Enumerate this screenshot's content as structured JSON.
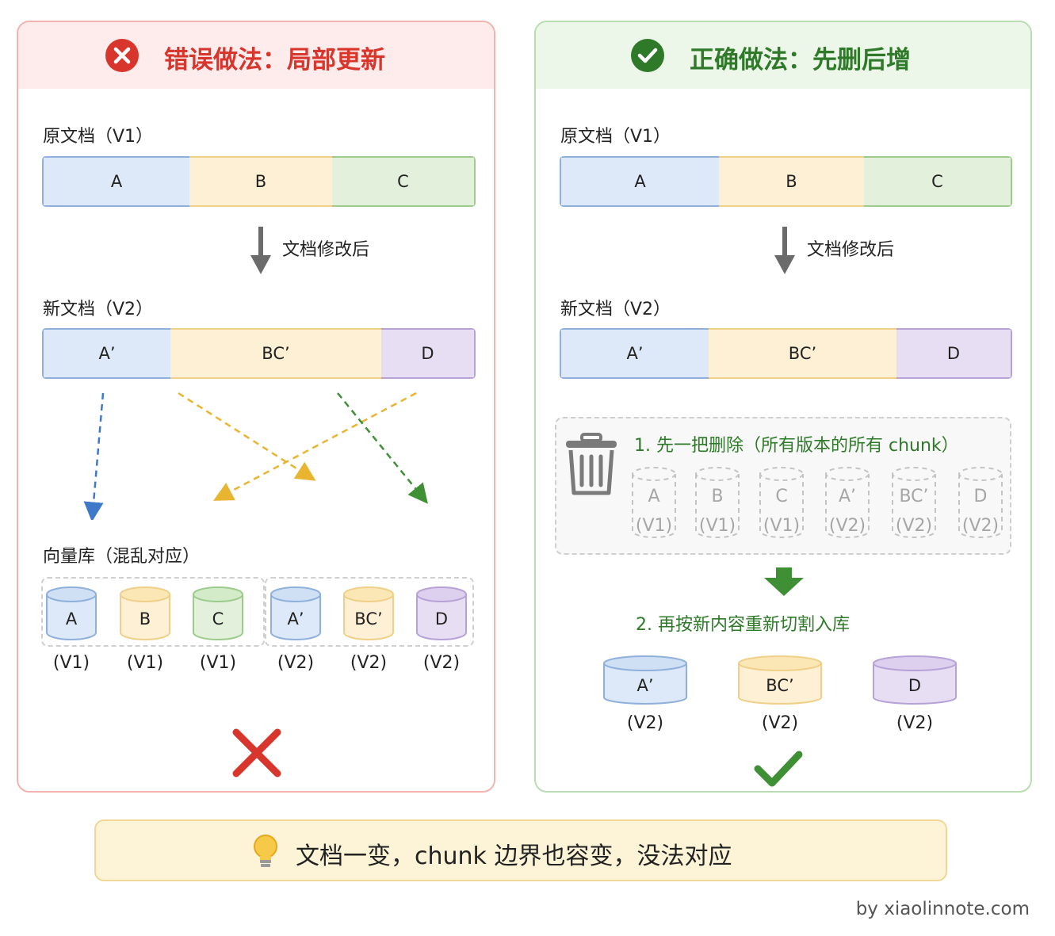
{
  "left": {
    "title": "错误做法：局部更新",
    "orig_label": "原文档（V1）",
    "orig_segments": [
      "A",
      "B",
      "C"
    ],
    "arrow_label": "文档修改后",
    "new_label": "新文档（V2）",
    "new_segments": [
      "A’",
      "BC’",
      "D"
    ],
    "store_label": "向量库（混乱对应）",
    "store_items": [
      {
        "name": "A",
        "version": "(V1)"
      },
      {
        "name": "B",
        "version": "(V1)"
      },
      {
        "name": "C",
        "version": "(V1)"
      },
      {
        "name": "A’",
        "version": "(V2)"
      },
      {
        "name": "BC’",
        "version": "(V2)"
      },
      {
        "name": "D",
        "version": "(V2)"
      }
    ]
  },
  "right": {
    "title": "正确做法：先删后增",
    "orig_label": "原文档（V1）",
    "orig_segments": [
      "A",
      "B",
      "C"
    ],
    "arrow_label": "文档修改后",
    "new_label": "新文档（V2）",
    "new_segments": [
      "A’",
      "BC’",
      "D"
    ],
    "step1": "1. 先一把删除（所有版本的所有 chunk）",
    "deleted": [
      {
        "name": "A",
        "version": "(V1)"
      },
      {
        "name": "B",
        "version": "(V1)"
      },
      {
        "name": "C",
        "version": "(V1)"
      },
      {
        "name": "A’",
        "version": "(V2)"
      },
      {
        "name": "BC’",
        "version": "(V2)"
      },
      {
        "name": "D",
        "version": "(V2)"
      }
    ],
    "step2": "2. 再按新内容重新切割入库",
    "inserted": [
      {
        "name": "A’",
        "version": "(V2)"
      },
      {
        "name": "BC’",
        "version": "(V2)"
      },
      {
        "name": "D",
        "version": "(V2)"
      }
    ]
  },
  "tip": "文档一变，chunk 边界也容变，没法对应",
  "footer": "by xiaolinnote.com",
  "colors": {
    "blue": "#8fb0db",
    "yellow": "#f0d089",
    "green": "#9ccb8c",
    "purple": "#b7a2d8",
    "error": "#d8362d",
    "success": "#2e7a28"
  }
}
